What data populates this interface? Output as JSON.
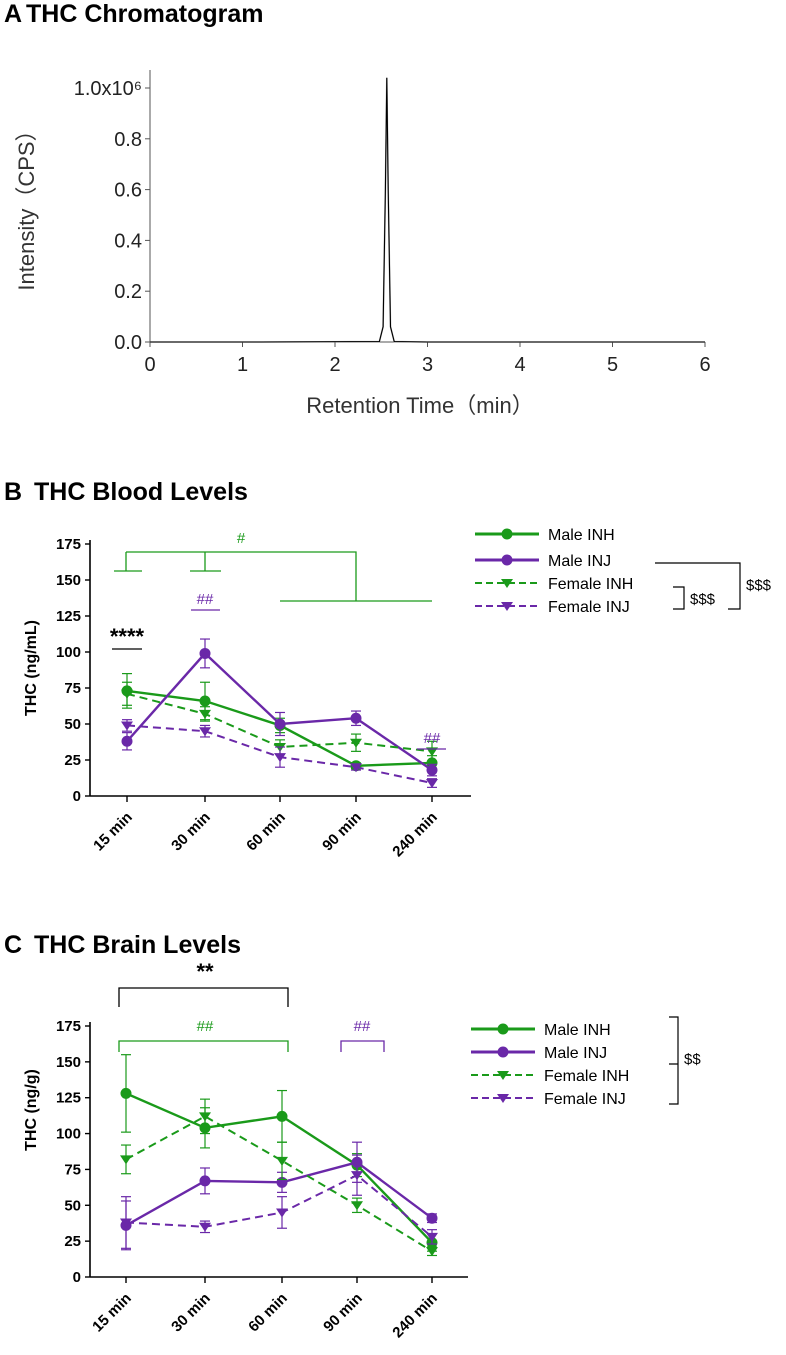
{
  "panels": {
    "a": {
      "letter": "A",
      "title": "THC Chromatogram"
    },
    "b": {
      "letter": "B",
      "title": "THC Blood Levels"
    },
    "c": {
      "letter": "C",
      "title": "THC Brain Levels"
    }
  },
  "colors": {
    "green": "#1a9a1a",
    "purple": "#6a28a8",
    "black": "#000000"
  },
  "legend": {
    "male_inh": "Male INH",
    "male_inj": "Male INJ",
    "female_inh": "Female INH",
    "female_inj": "Female INJ"
  },
  "chart_data": [
    {
      "type": "line",
      "title": "THC Chromatogram",
      "xlabel": "Retention Time（min）",
      "ylabel": "Intensity（CPS）",
      "xlim": [
        0,
        6
      ],
      "ylim": [
        0,
        1050000
      ],
      "x_ticks": [
        "0",
        "1",
        "2",
        "3",
        "4",
        "5",
        "6"
      ],
      "y_ticks": [
        "0.0",
        "0.2",
        "0.4",
        "0.6",
        "0.8",
        "1.0x10⁶"
      ],
      "series": [
        {
          "x": [
            0,
            1.2,
            2.48,
            2.52,
            2.545,
            2.56,
            2.575,
            2.6,
            2.64,
            3.0,
            6.0
          ],
          "y": [
            0,
            0,
            2000,
            60000,
            600000,
            1040000,
            600000,
            60000,
            2000,
            0,
            0
          ]
        }
      ],
      "grid": false
    },
    {
      "type": "line",
      "title": "THC Blood Levels",
      "ylabel": "THC (ng/mL)",
      "categories": [
        "15 min",
        "30 min",
        "60 min",
        "90 min",
        "240 min"
      ],
      "ylim": [
        0,
        175
      ],
      "y_ticks": [
        "0",
        "25",
        "50",
        "75",
        "100",
        "125",
        "150",
        "175"
      ],
      "series": [
        {
          "name": "Male INH",
          "values": [
            73,
            66,
            49,
            21,
            23
          ],
          "error": [
            12,
            13,
            5,
            2,
            5
          ]
        },
        {
          "name": "Male INJ",
          "values": [
            38,
            99,
            50,
            54,
            18
          ],
          "error": [
            6,
            10,
            8,
            5,
            4
          ]
        },
        {
          "name": "Female INH",
          "values": [
            71,
            57,
            34,
            37,
            31
          ],
          "error": [
            8,
            5,
            5,
            6,
            7
          ]
        },
        {
          "name": "Female INJ",
          "values": [
            49,
            45,
            27,
            20,
            9
          ],
          "error": [
            4,
            4,
            7,
            2,
            3
          ]
        }
      ],
      "annotations": {
        "hash_top": "#",
        "hash_30": "##",
        "hash_240": "##",
        "stars_15": "****",
        "dollar_inner": "$$$",
        "dollar_outer": "$$$"
      },
      "legend_position": "right"
    },
    {
      "type": "line",
      "title": "THC Brain Levels",
      "ylabel": "THC (ng/g)",
      "categories": [
        "15 min",
        "30 min",
        "60 min",
        "90 min",
        "240 min"
      ],
      "ylim": [
        0,
        175
      ],
      "y_ticks": [
        "0",
        "25",
        "50",
        "75",
        "100",
        "125",
        "150",
        "175"
      ],
      "series": [
        {
          "name": "Male INH",
          "values": [
            128,
            104,
            112,
            78,
            24
          ],
          "error": [
            27,
            14,
            18,
            8,
            6
          ]
        },
        {
          "name": "Male INJ",
          "values": [
            36,
            67,
            66,
            80,
            41
          ],
          "error": [
            17,
            9,
            7,
            14,
            3
          ]
        },
        {
          "name": "Female INH",
          "values": [
            82,
            112,
            81,
            50,
            18
          ],
          "error": [
            10,
            12,
            13,
            5,
            3
          ]
        },
        {
          "name": "Female INJ",
          "values": [
            38,
            35,
            45,
            71,
            28
          ],
          "error": [
            18,
            4,
            11,
            14,
            5
          ]
        }
      ],
      "annotations": {
        "stars": "**",
        "hash_green": "##",
        "hash_purple": "##",
        "dollar": "$$"
      },
      "legend_position": "right"
    }
  ]
}
